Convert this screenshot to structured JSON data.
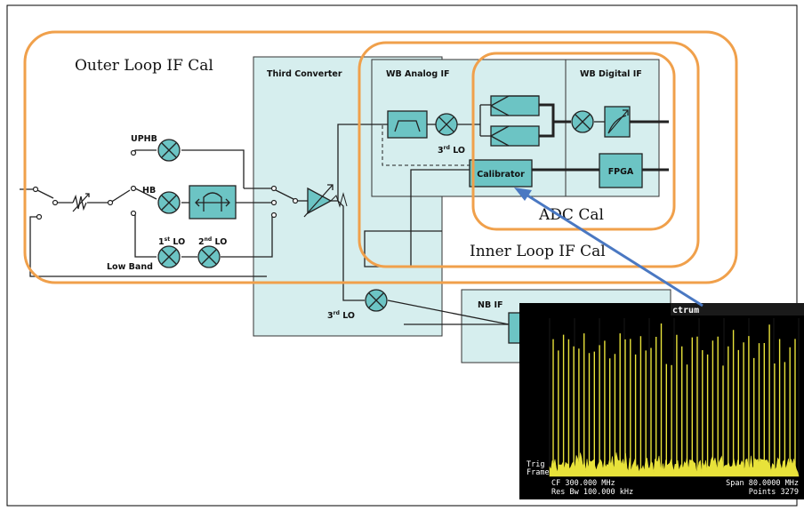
{
  "loops": {
    "outer": "Outer Loop IF Cal",
    "inner": "Inner Loop IF Cal",
    "adc": "ADC Cal"
  },
  "blocks": {
    "third_converter": "Third Converter",
    "wb_analog_if": "WB Analog IF",
    "wb_digital_if": "WB Digital IF",
    "nb_if": "NB IF",
    "calibrator": "Calibrator",
    "fpga": "FPGA"
  },
  "signals": {
    "uphb": "UPHB",
    "hb": "HB",
    "low_band": "Low Band",
    "first_lo_num": "1",
    "first_lo_sup": "st",
    "first_lo_lbl": " LO",
    "second_lo_num": "2",
    "second_lo_sup": "nd",
    "second_lo_lbl": " LO",
    "third_lo_wb_num": "3",
    "third_lo_wb_sup": "rd",
    "third_lo_wb_lbl": " LO",
    "third_lo_nb_num": "3",
    "third_lo_nb_sup": "rd",
    "third_lo_nb_lbl": " LO"
  },
  "spectrum": {
    "title": "ctrum",
    "trig": "Trig",
    "frame": "Frame",
    "cf": "CF 300.000 MHz",
    "res_bw": "Res Bw 100.000 kHz",
    "span": "Span  80.0000 MHz",
    "points": "Points 3279",
    "colors": {
      "trace": "#e8e23a",
      "background": "#000000"
    }
  },
  "colors": {
    "loop": "#f0a04b",
    "block_fill": "#d6eeee",
    "component_fill": "#6cc4c4",
    "line": "#222222",
    "arrow": "#4a78c2"
  }
}
